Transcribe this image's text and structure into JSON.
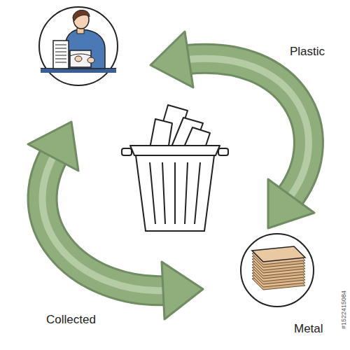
{
  "diagram": {
    "labels": [
      "Plastic",
      "Collected",
      "Metal",
      "#1522415084"
    ]
  }
}
